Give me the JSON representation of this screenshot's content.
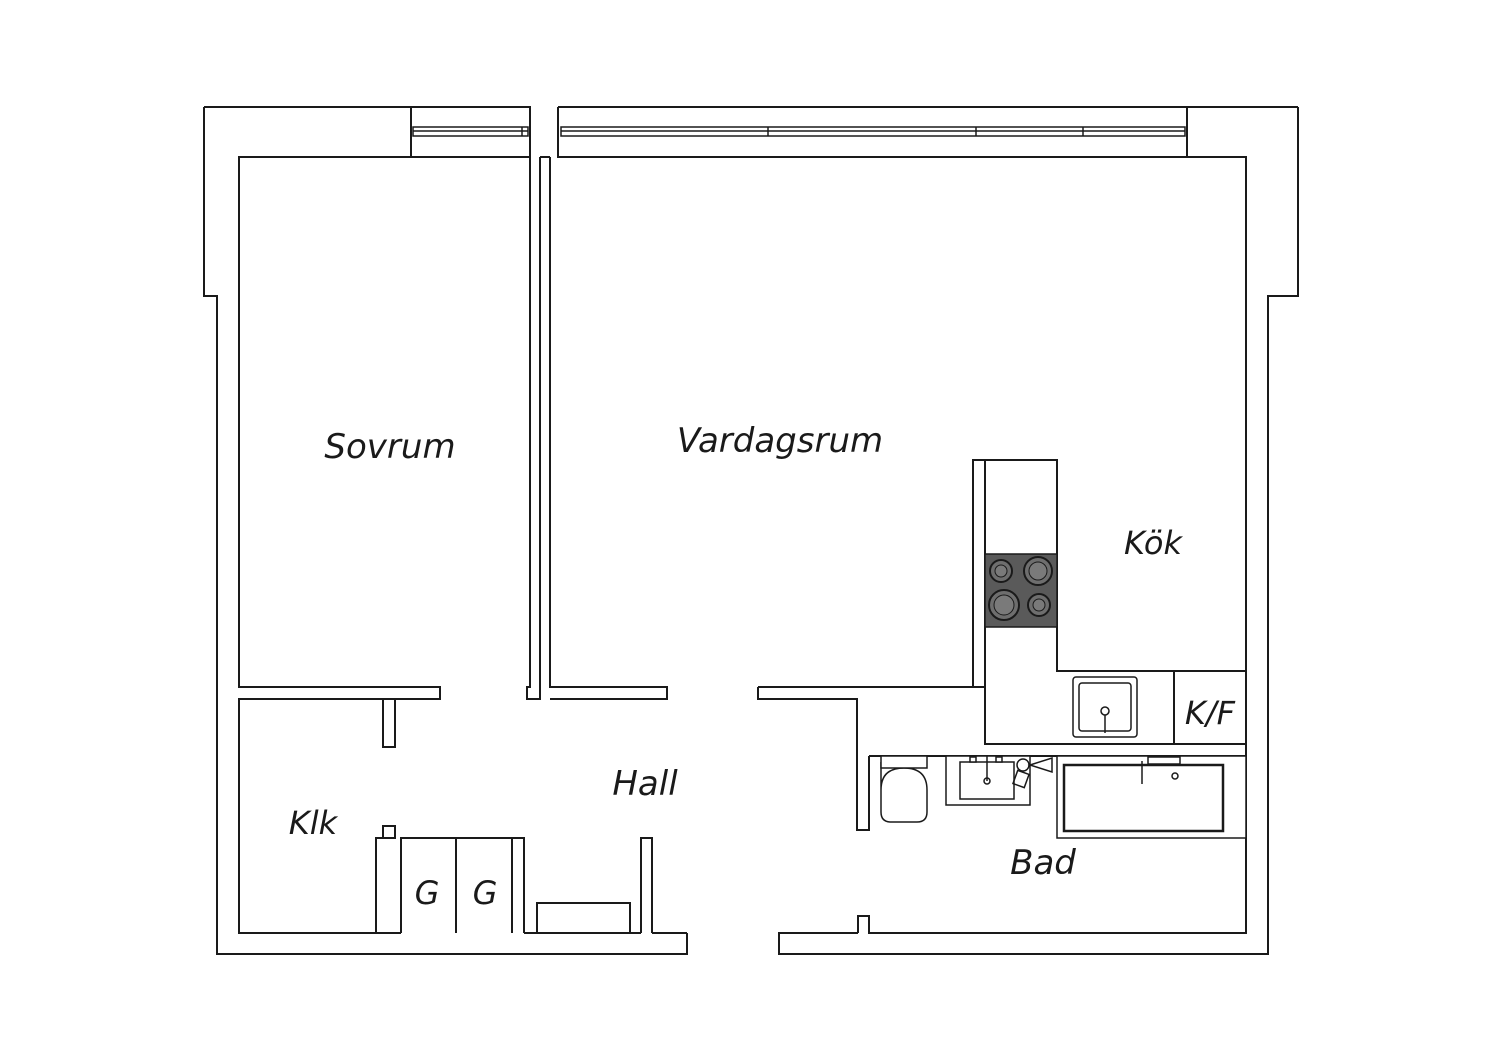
{
  "rooms": {
    "sovrum": "Sovrum",
    "vardagsrum": "Vardagsrum",
    "kok": "Kök",
    "kf": "K/F",
    "hall": "Hall",
    "klk": "Klk",
    "bad": "Bad",
    "wardrobe_1": "G",
    "wardrobe_2": "G"
  },
  "colors": {
    "wall": "#1a1a1a",
    "stove": "#5a5a5a",
    "background": "#ffffff"
  }
}
